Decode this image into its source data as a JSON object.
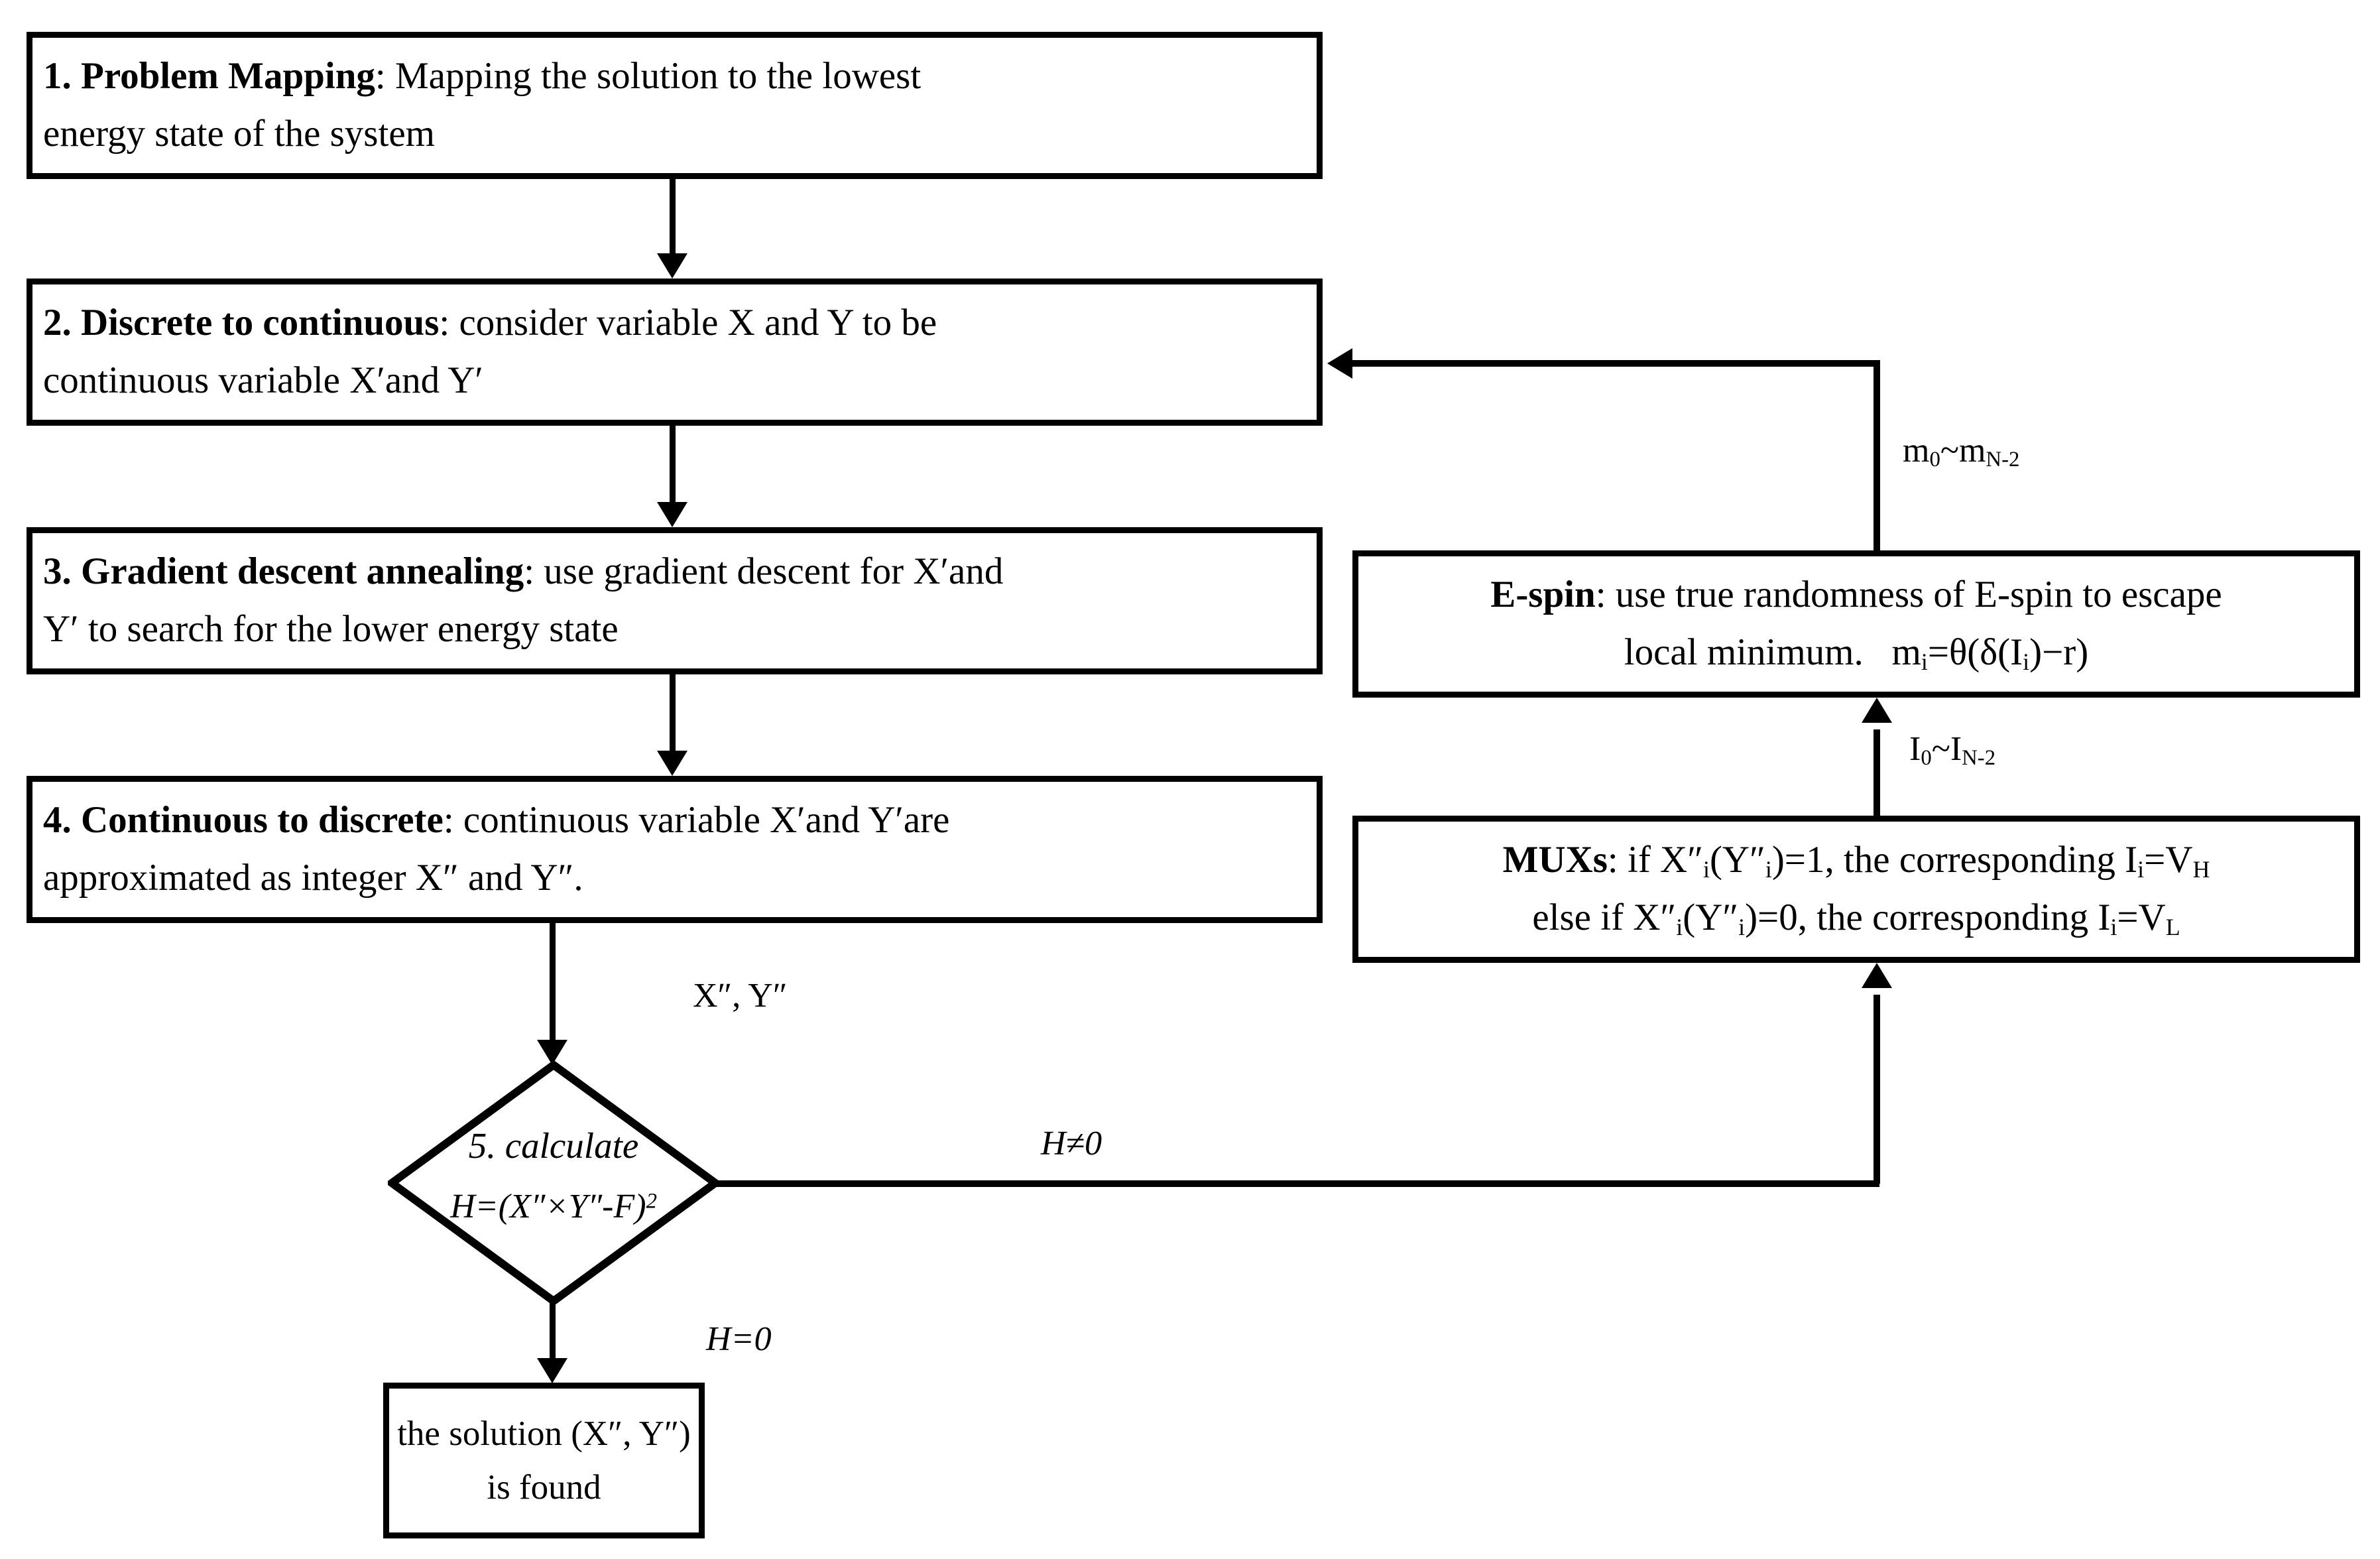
{
  "diagram": {
    "title": "Gradient descent annealing flowchart with E-spin escape loop",
    "accent_color": "#000000",
    "background_color": "#ffffff"
  },
  "nodes": {
    "step1": {
      "name": "1. Problem Mapping",
      "bold_lead": "1. Problem Mapping",
      "line1_rest": ": Mapping the solution to the lowest",
      "line2": "energy state of the system"
    },
    "step2": {
      "bold_lead": "2. Discrete to continuous",
      "line1_rest": ": consider variable X  and Y  to be",
      "line2": "continuous variable X′and Y′"
    },
    "step3": {
      "bold_lead": "3. Gradient descent annealing",
      "line1_rest": ": use gradient descent for X′and",
      "line2": "Y′ to search for the lower energy state"
    },
    "step4": {
      "bold_lead": "4. Continuous to discrete",
      "line1_rest": ": continuous variable X′and Y′are",
      "line2": "approximated as integer X″ and Y″."
    },
    "espin": {
      "bold_lead": "E-spin",
      "line1_rest": ": use true randomness of E-spin to escape",
      "line2_prefix": "local minimum.",
      "formula": "m",
      "formula_sub": "i",
      "formula_rest": "=θ(δ(I",
      "formula_sub2": "i",
      "formula_tail": ")−r)"
    },
    "muxs": {
      "bold_lead": "MUXs",
      "line1_rest": ": if X″",
      "line1_sub_a": "i",
      "line1_mid": "(Y″",
      "line1_sub_b": "i",
      "line1_tail": ")=1, the corresponding I",
      "line1_sub_c": "i",
      "line1_end": "=V",
      "line1_sub_d": "H",
      "line2_lead": "else if X″",
      "line2_sub_a": "i",
      "line2_mid": "(Y″",
      "line2_sub_b": "i",
      "line2_tail": ")=0, the corresponding I",
      "line2_sub_c": "i",
      "line2_end": "=V",
      "line2_sub_d": "L"
    },
    "decision": {
      "line1": "5. calculate",
      "line2_prefix": "H=(X",
      "line2_p1": "″",
      "line2_mid": "×Y",
      "line2_p2": "″",
      "line2_tail": "-F)",
      "line2_sup": "2"
    },
    "solution": {
      "line1": "the solution (X″, Y″)",
      "line2": "is found"
    }
  },
  "edges": {
    "step1_to_step2": {
      "label": ""
    },
    "step2_to_step3": {
      "label": ""
    },
    "step3_to_step4": {
      "label": ""
    },
    "step4_to_decision": {
      "label": "X″, Y″"
    },
    "decision_to_muxs": {
      "label": "H≠0"
    },
    "muxs_to_espin": {
      "label_main": "I",
      "label_sub1": "0",
      "label_tilde": "~I",
      "label_sub2": "N-2"
    },
    "espin_to_step2": {
      "label_main": "m",
      "label_sub1": "0",
      "label_tilde": "~m",
      "label_sub2": "N-2"
    },
    "decision_to_solution": {
      "label": "H=0"
    }
  }
}
